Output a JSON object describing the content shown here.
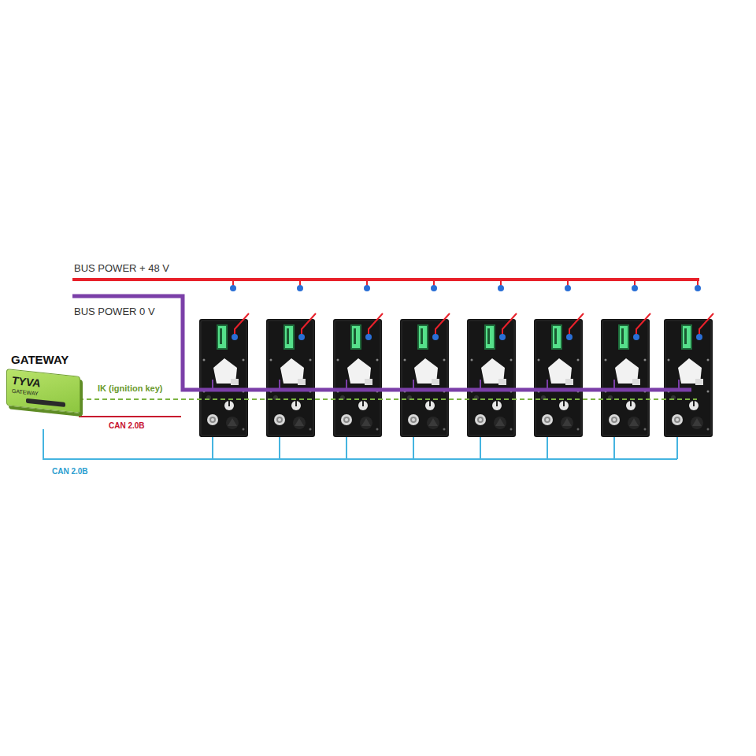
{
  "diagram": {
    "nodes": [
      {
        "text": [
          "GATEWAY",
          "TYVA",
          "GATEWAY"
        ]
      }
    ],
    "labels": [
      "BUS POWER + 48 V",
      "BUS POWER 0 V",
      "IK (ignition key)",
      "CAN 2.0B",
      "CAN 2.0B"
    ]
  }
}
